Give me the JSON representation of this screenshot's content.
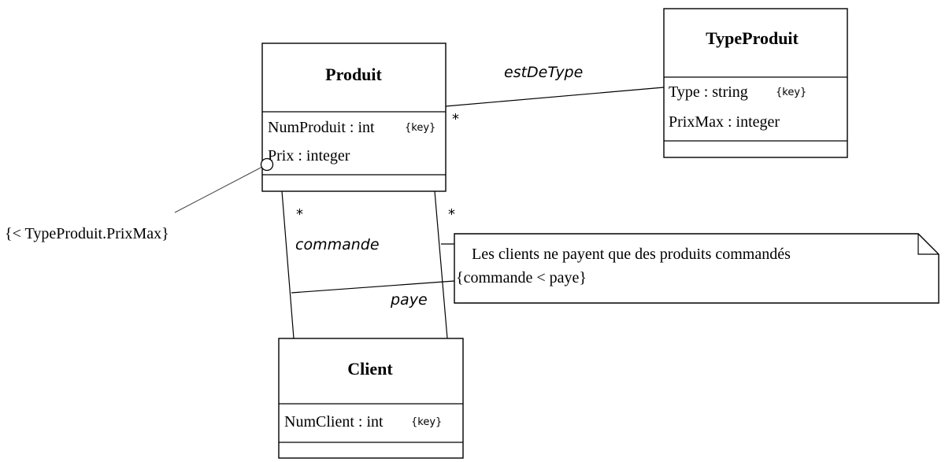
{
  "classes": {
    "produit": {
      "name": "Produit",
      "attributes": [
        {
          "text": "NumProduit : int",
          "key": "{key}"
        },
        {
          "text": "Prix : integer",
          "key": ""
        }
      ]
    },
    "typeproduit": {
      "name": "TypeProduit",
      "attributes": [
        {
          "text": "Type : string",
          "key": "{key}"
        },
        {
          "text": "PrixMax : integer",
          "key": ""
        }
      ]
    },
    "client": {
      "name": "Client",
      "attributes": [
        {
          "text": "NumClient : int",
          "key": "{key}"
        }
      ]
    }
  },
  "associations": {
    "est_de_type": {
      "role": "estDeType",
      "multiplicity_produit": "*"
    },
    "commande": {
      "role": "commande",
      "multiplicity_produit": "*"
    },
    "paye": {
      "role": "paye",
      "multiplicity_produit": "*"
    }
  },
  "constraint": {
    "text": "{< TypeProduit.PrixMax}"
  },
  "note": {
    "line1": "Les clients ne payent que des produits commandés",
    "line2": "{commande < paye}"
  }
}
